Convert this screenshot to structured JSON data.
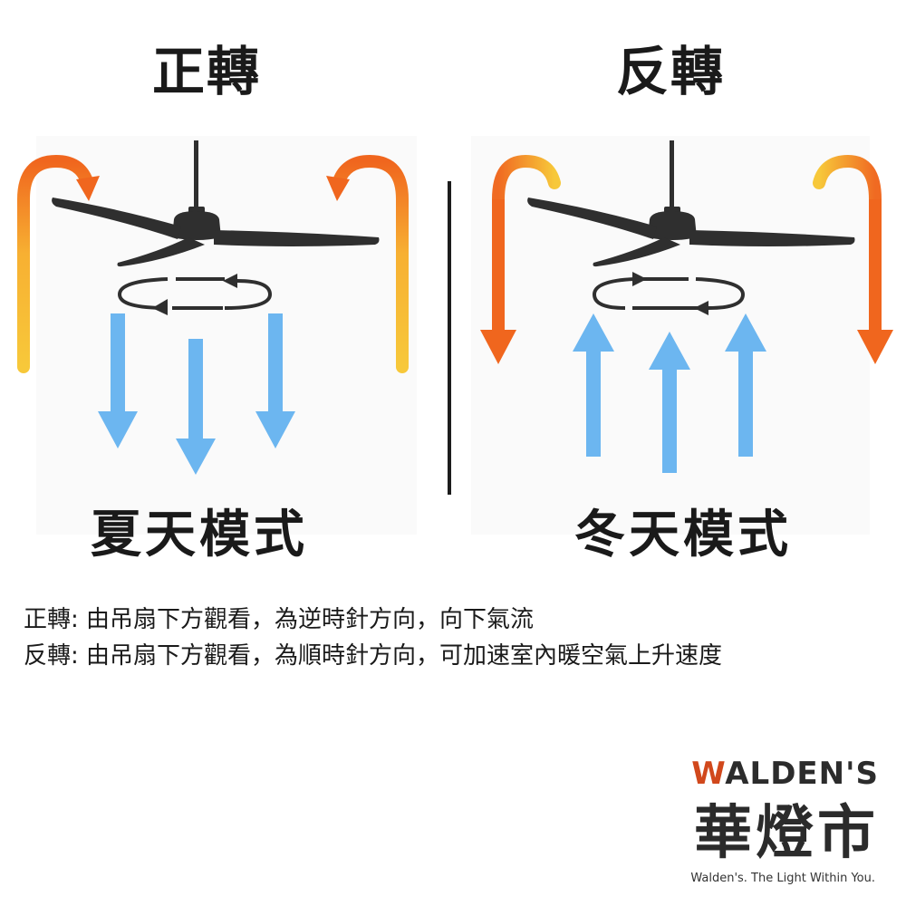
{
  "headings": {
    "forward": "正轉",
    "reverse": "反轉"
  },
  "modes": {
    "summer": "夏天模式",
    "winter": "冬天模式"
  },
  "descriptions": [
    "正轉: 由吊扇下方觀看，為逆時針方向，向下氣流",
    "反轉: 由吊扇下方觀看，為順時針方向，可加速室內暖空氣上升速度"
  ],
  "brand": {
    "en_first": "W",
    "en_rest": "ALDEN'S",
    "cn": "華燈市",
    "tagline": "Walden's. The Light Within You."
  },
  "colors": {
    "cool_arrow": "#6cb6f0",
    "warm_light": "#f7c83a",
    "warm_dark": "#f0661e",
    "blade": "#2f2f2f",
    "accent": "#d1481c"
  },
  "icons": [
    "ceiling-fan-icon",
    "rotation-arrow-icon",
    "airflow-arrow-icon"
  ]
}
